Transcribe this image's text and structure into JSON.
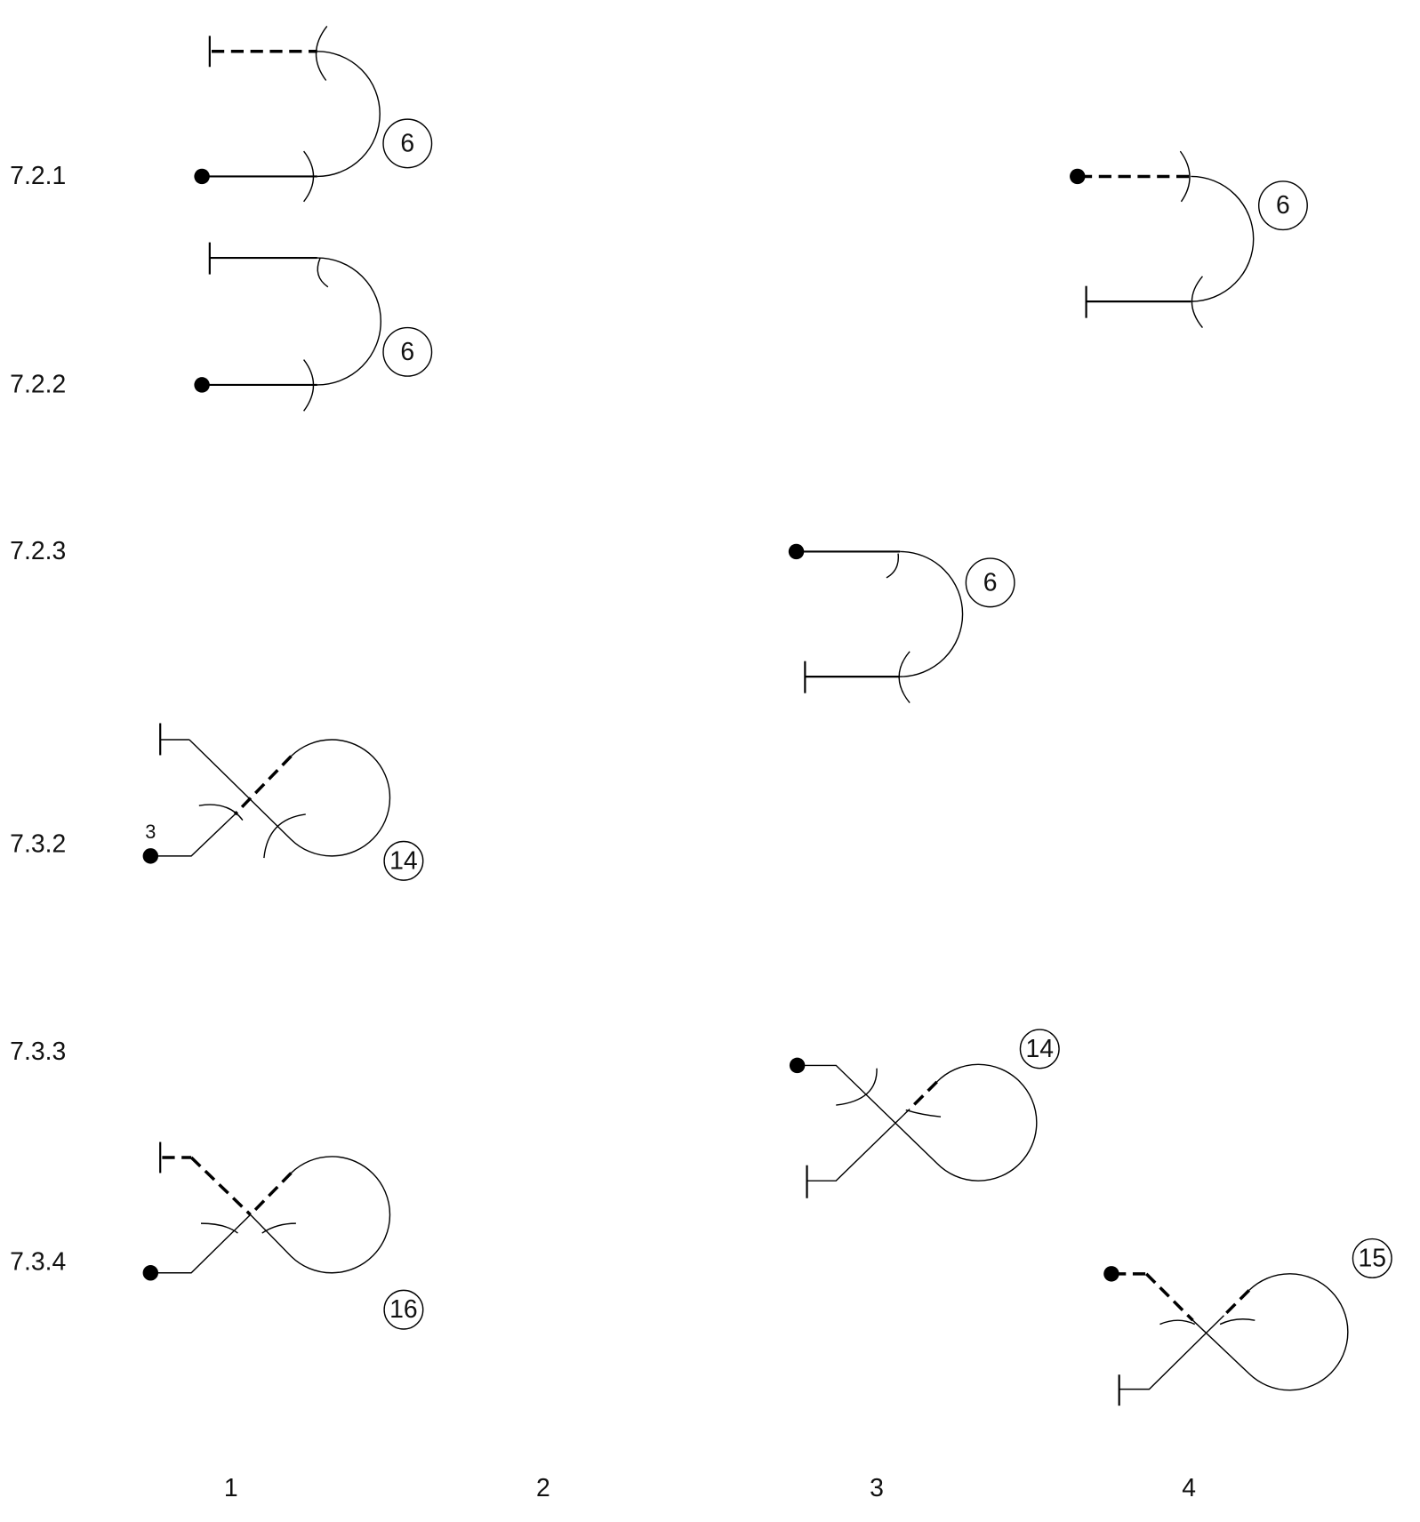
{
  "row_labels": [
    "7.2.1",
    "7.2.2",
    "7.2.3",
    "7.3.2",
    "7.3.3",
    "7.3.4"
  ],
  "column_labels": [
    "1",
    "2",
    "3",
    "4"
  ],
  "figures": {
    "r721_c1": {
      "badge": "6"
    },
    "r722_c1": {
      "badge": "6"
    },
    "r721_c4": {
      "badge": "6"
    },
    "r723_c3": {
      "badge": "6"
    },
    "r732_c1": {
      "badge": "14",
      "marker": "3"
    },
    "r733_c3": {
      "badge": "14"
    },
    "r734_c1": {
      "badge": "16"
    },
    "r734_c4": {
      "badge": "15"
    }
  }
}
